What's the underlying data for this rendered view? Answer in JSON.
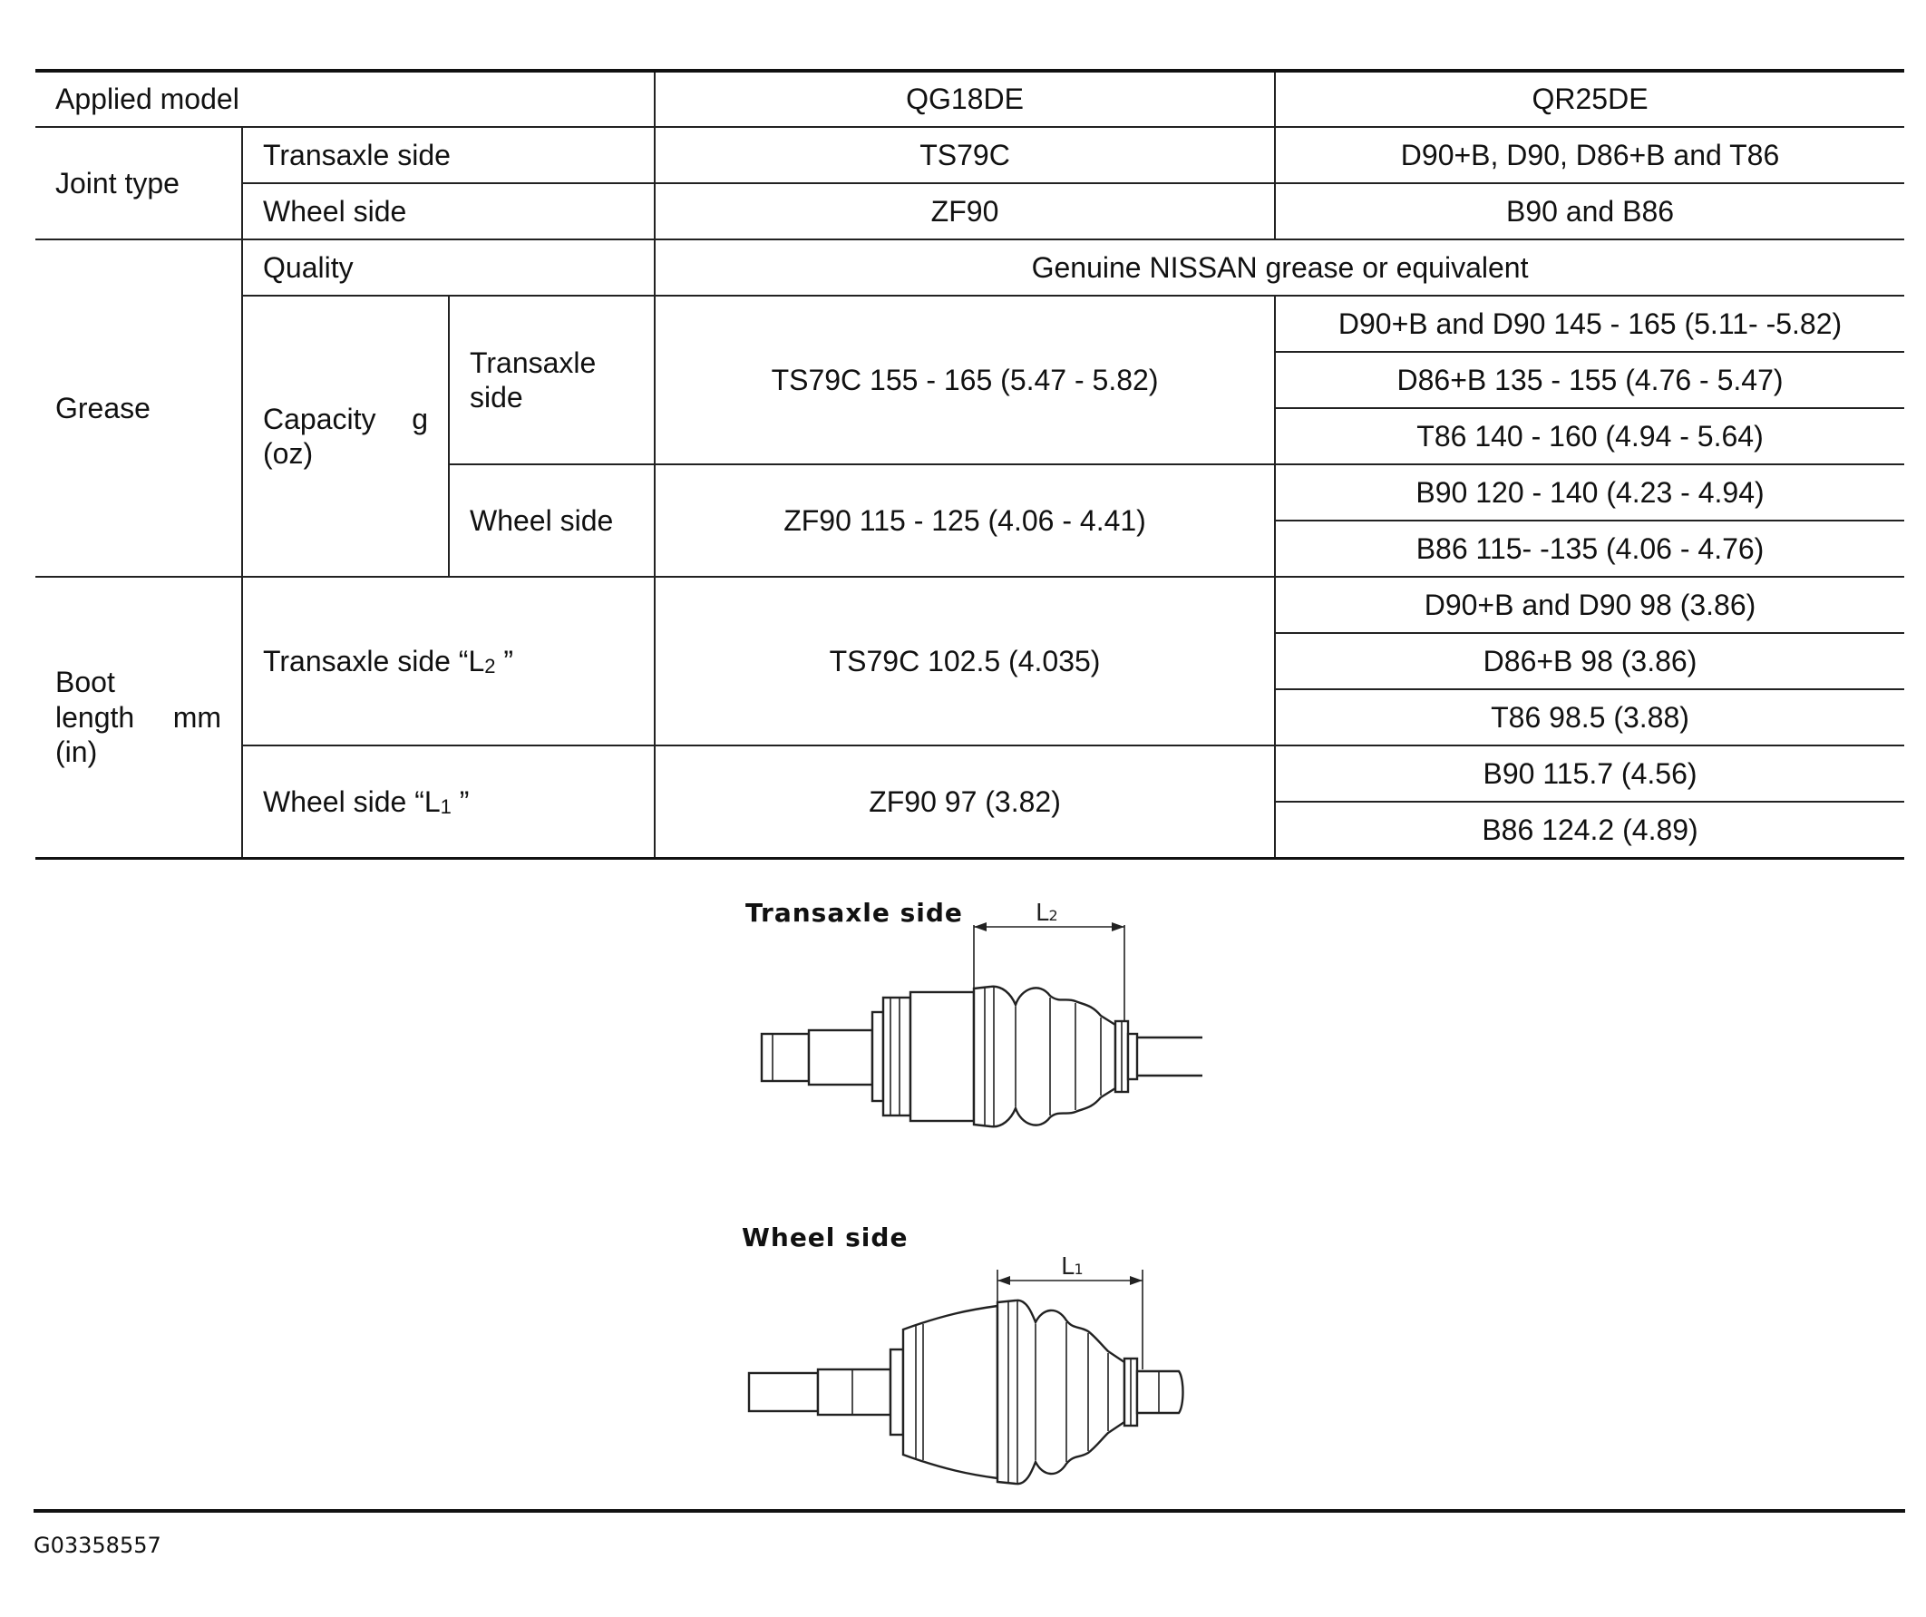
{
  "table": {
    "applied_model_label": "Applied model",
    "model_a": "QG18DE",
    "model_b": "QR25DE",
    "joint_type": {
      "label": "Joint type",
      "transaxle_label": "Transaxle side",
      "transaxle_a": "TS79C",
      "transaxle_b": "D90+B, D90, D86+B and T86",
      "wheel_label": "Wheel side",
      "wheel_a": "ZF90",
      "wheel_b": "B90 and B86"
    },
    "grease": {
      "label": "Grease",
      "quality_label": "Quality",
      "quality_value": "Genuine NISSAN grease or equivalent",
      "capacity_label": "Capacity",
      "capacity_unit_g": "g",
      "capacity_unit_oz": "(oz)",
      "transaxle_label": "Transaxle side",
      "transaxle_a": "TS79C 155 - 165 (5.47 - 5.82)",
      "transaxle_b": [
        "D90+B and D90 145 - 165 (5.11- -5.82)",
        "D86+B 135 - 155 (4.76 - 5.47)",
        "T86 140 - 160 (4.94 - 5.64)"
      ],
      "wheel_label": "Wheel side",
      "wheel_a": "ZF90 115 - 125 (4.06 - 4.41)",
      "wheel_b": [
        "B90 120 - 140 (4.23 - 4.94)",
        "B86 115- -135 (4.06 - 4.76)"
      ]
    },
    "boot": {
      "label_line1": "Boot",
      "label_line2": "length",
      "label_unit": "mm",
      "label_line3": "(in)",
      "transaxle_label": "Transaxle side “L",
      "transaxle_sub": "2",
      "transaxle_close": " ”",
      "transaxle_a": "TS79C 102.5 (4.035)",
      "transaxle_b": [
        "D90+B and D90 98 (3.86)",
        "D86+B 98 (3.86)",
        "T86 98.5 (3.88)"
      ],
      "wheel_label": "Wheel side “L",
      "wheel_sub": "1",
      "wheel_close": " ”",
      "wheel_a": "ZF90 97 (3.82)",
      "wheel_b": [
        "B90 115.7 (4.56)",
        "B86 124.2 (4.89)"
      ]
    }
  },
  "figures": {
    "transaxle": {
      "label": "Transaxle  side",
      "dim_label": "L",
      "dim_sub": "2"
    },
    "wheel": {
      "label": "Wheel side",
      "dim_label": "L",
      "dim_sub": "1"
    }
  },
  "footer": {
    "code": "G03358557"
  }
}
